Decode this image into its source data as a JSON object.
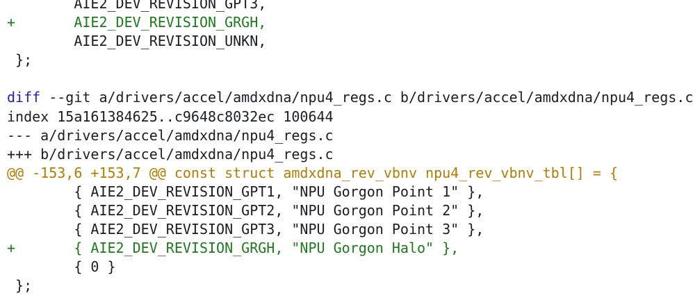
{
  "diff": {
    "lines": [
      {
        "kind": "ctx",
        "text": "        AIE2_DEV_REVISION_GPT3,"
      },
      {
        "kind": "add",
        "text": "+       AIE2_DEV_REVISION_GRGH,"
      },
      {
        "kind": "ctx",
        "text": "        AIE2_DEV_REVISION_UNKN,"
      },
      {
        "kind": "ctx",
        "text": " };"
      },
      {
        "kind": "blank",
        "text": ""
      },
      {
        "kind": "header_diff",
        "keyword": "diff",
        "text": " --git a/drivers/accel/amdxdna/npu4_regs.c b/drivers/accel/amdxdna/npu4_regs.c"
      },
      {
        "kind": "header",
        "text": "index 15a161384625..c9648c8032ec 100644"
      },
      {
        "kind": "header",
        "text": "--- a/drivers/accel/amdxdna/npu4_regs.c"
      },
      {
        "kind": "header",
        "text": "+++ b/drivers/accel/amdxdna/npu4_regs.c"
      },
      {
        "kind": "hunk",
        "text": "@@ -153,6 +153,7 @@ const struct amdxdna_rev_vbnv npu4_rev_vbnv_tbl[] = {"
      },
      {
        "kind": "ctx",
        "text": "        { AIE2_DEV_REVISION_GPT1, \"NPU Gorgon Point 1\" },"
      },
      {
        "kind": "ctx",
        "text": "        { AIE2_DEV_REVISION_GPT2, \"NPU Gorgon Point 2\" },"
      },
      {
        "kind": "ctx",
        "text": "        { AIE2_DEV_REVISION_GPT3, \"NPU Gorgon Point 3\" },"
      },
      {
        "kind": "add",
        "text": "+       { AIE2_DEV_REVISION_GRGH, \"NPU Gorgon Halo\" },"
      },
      {
        "kind": "ctx",
        "text": "        { 0 }"
      },
      {
        "kind": "ctx",
        "text": " };"
      }
    ]
  }
}
